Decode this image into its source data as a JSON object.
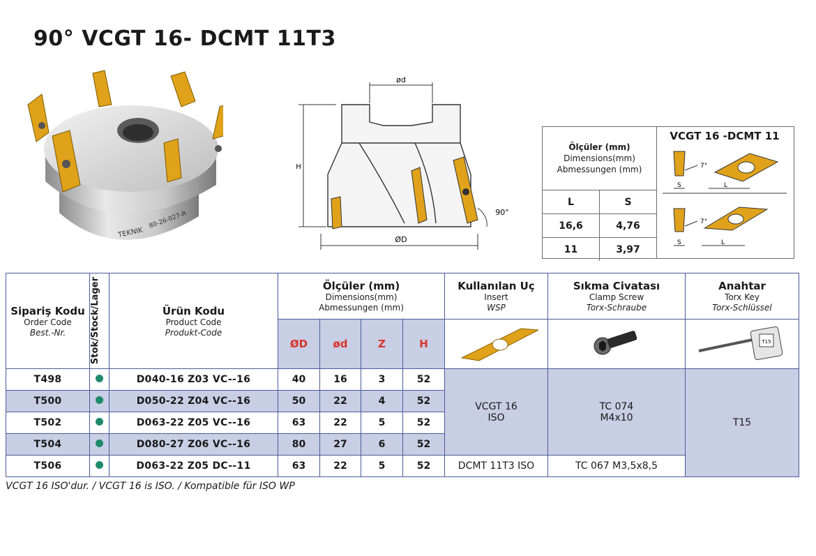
{
  "title": "90° VCGT 16- DCMT 11T3",
  "photo_marking": {
    "code": "80-26-027-R",
    "brand": "TEKNIK"
  },
  "drawing": {
    "od_small": "ød",
    "od_large": "ØD",
    "height": "H",
    "angle": "90°"
  },
  "dim_box": {
    "heading": "Ölçüler (mm)",
    "heading_en": "Dimensions(mm)",
    "heading_de": "Abmessungen (mm)",
    "columns": [
      "L",
      "S"
    ],
    "rows": [
      [
        "16,6",
        "4,76"
      ],
      [
        "11",
        "3,97"
      ]
    ]
  },
  "insert_box": {
    "title": "VCGT 16 -DCMT 11",
    "label_s": "S",
    "label_l": "L",
    "angle": "7°"
  },
  "table": {
    "order_code": {
      "tr": "Sipariş Kodu",
      "en": "Order Code",
      "de": "Best.-Nr."
    },
    "stock": "Stok/Stock/Lager",
    "product_code": {
      "tr": "Ürün Kodu",
      "en": "Product Code",
      "de": "Produkt-Code"
    },
    "dimensions": {
      "tr": "Ölçüler (mm)",
      "en": "Dimensions(mm)",
      "de": "Abmessungen (mm)"
    },
    "dim_cols": [
      "ØD",
      "ød",
      "Z",
      "H"
    ],
    "insert": {
      "tr": "Kullanılan Uç",
      "en": "Insert",
      "de": "WSP"
    },
    "screw": {
      "tr": "Sıkma Civatası",
      "en": "Clamp Screw",
      "de": "Torx-Schraube"
    },
    "key": {
      "tr": "Anahtar",
      "en": "Torx Key",
      "de": "Torx-Schlüssel"
    },
    "key_label": "T15",
    "rows": [
      {
        "order": "T498",
        "product": "D040-16 Z03 VC--16",
        "od": "40",
        "d": "16",
        "z": "3",
        "h": "52"
      },
      {
        "order": "T500",
        "product": "D050-22 Z04 VC--16",
        "od": "50",
        "d": "22",
        "z": "4",
        "h": "52"
      },
      {
        "order": "T502",
        "product": "D063-22 Z05 VC--16",
        "od": "63",
        "d": "22",
        "z": "5",
        "h": "52"
      },
      {
        "order": "T504",
        "product": "D080-27 Z06 VC--16",
        "od": "80",
        "d": "27",
        "z": "6",
        "h": "52"
      },
      {
        "order": "T506",
        "product": "D063-22 Z05 DC--11",
        "od": "63",
        "d": "22",
        "z": "5",
        "h": "52"
      }
    ],
    "insert_vc": [
      "VCGT 16",
      "ISO"
    ],
    "insert_dc": "DCMT 11T3 ISO",
    "screw_vc": [
      "TC 074",
      "M4x10"
    ],
    "screw_dc": "TC 067 M3,5x8,5",
    "key_value": "T15"
  },
  "footnote": "VCGT 16 ISO'dur. / VCGT 16 is ISO. / Kompatible für ISO WP",
  "colors": {
    "accent_red": "#d8342c",
    "header_lavender": "#c8cee4",
    "border_blue": "#4a5a9a",
    "stock_dot": "#1f8a6a",
    "insert_gold": "#e0a21a"
  }
}
